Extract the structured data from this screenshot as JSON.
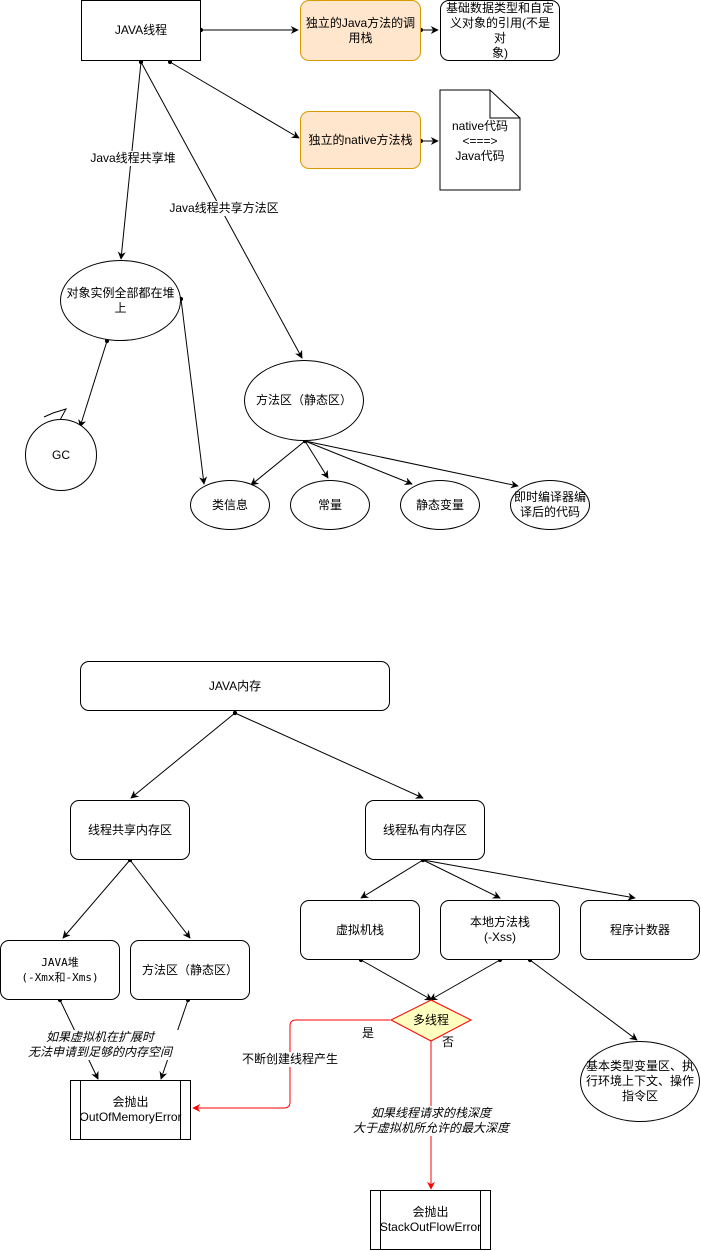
{
  "top": {
    "java_thread": "JAVA线程",
    "java_stack": "独立的Java方法的调\n用栈",
    "primitive_refs": "基础数据类型和自定\n义对象的引用(不是对\n象)",
    "native_stack": "独立的native方法栈",
    "native_doc": "native代码\n<===>\nJava代码",
    "shared_heap_label": "Java线程共享堆",
    "shared_method_label": "Java线程共享方法区",
    "heap_objects": "对象实例全部都在堆\n上",
    "gc": "GC",
    "method_area": "方法区（静态区）",
    "class_info": "类信息",
    "constants": "常量",
    "static_vars": "静态变量",
    "jit_code": "即时编译器编\n译后的代码"
  },
  "bottom": {
    "java_memory": "JAVA内存",
    "shared_memory": "线程共享内存区",
    "private_memory": "线程私有内存区",
    "java_heap": "JAVA堆\n(-Xmx和-Xms)",
    "method_area": "方法区（静态区）",
    "vm_stack": "虚拟机栈",
    "native_stack": "本地方法栈\n(-Xss)",
    "pc_counter": "程序计数器",
    "multi_thread": "多线程",
    "yes": "是",
    "no": "否",
    "oom_note": "如果虚拟机在扩展时\n无法申请到足够的内存空间",
    "create_threads": "不断创建线程产生",
    "oom": "会抛出\nOutOfMemoryError",
    "sof_note": "如果线程请求的栈深度\n大于虚拟机所允许的最大深度",
    "sof": "会抛出\nStackOutFlowError",
    "frame_info": "基本类型变量区、执\n行环境上下文、操作\n指令区"
  },
  "colors": {
    "orange_fill": "#ffe6cc",
    "orange_stroke": "#d79b00",
    "diamond_fill": "#ffffc0",
    "diamond_stroke": "#ff0000",
    "red_edge": "#ff0000"
  }
}
